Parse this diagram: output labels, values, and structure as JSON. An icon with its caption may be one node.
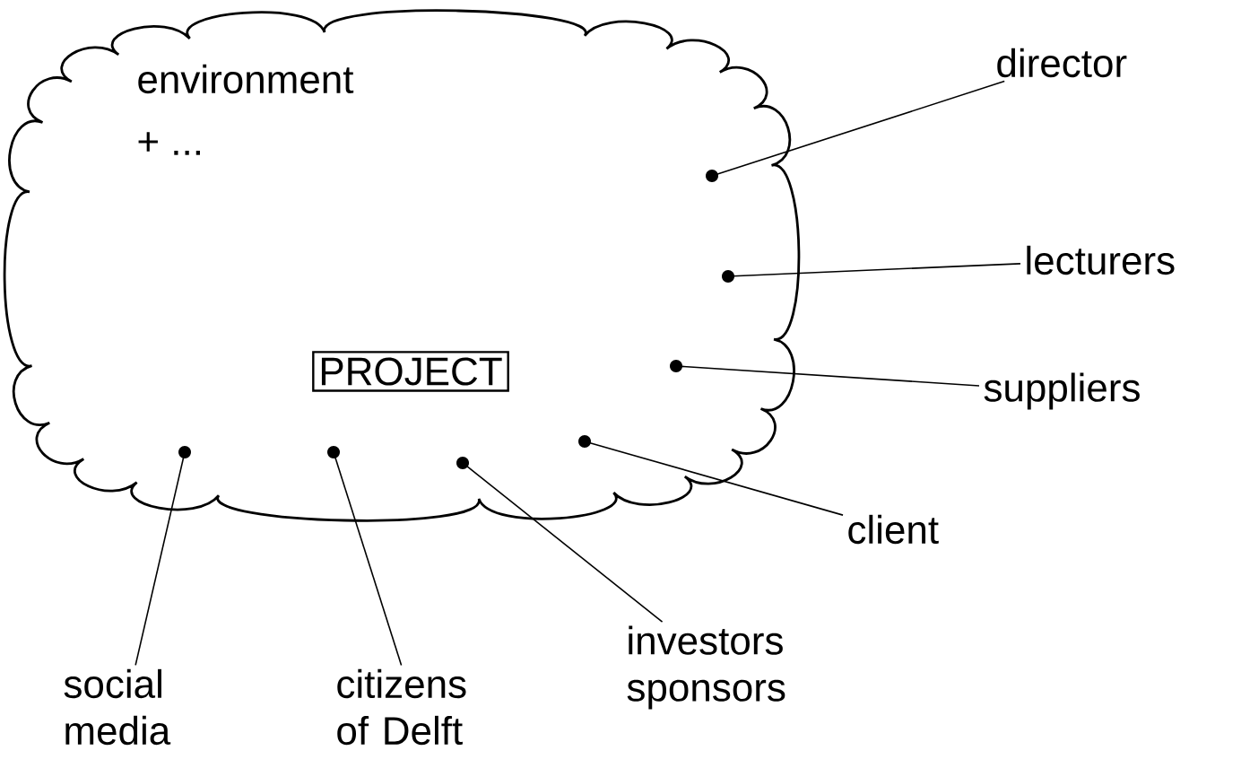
{
  "diagram": {
    "nodes": [
      {
        "text": [
          "environment",
          "+ ..."
        ]
      },
      {
        "text": [
          "PROJECT"
        ],
        "in": 0
      },
      {
        "text": [],
        "shape": "circle",
        "in": 0
      },
      {
        "text": [],
        "shape": "circle",
        "in": 0
      },
      {
        "text": [],
        "shape": "circle",
        "in": 0
      },
      {
        "text": [],
        "shape": "circle",
        "in": 0
      },
      {
        "text": [],
        "shape": "circle",
        "in": 0
      },
      {
        "text": [],
        "shape": "circle",
        "in": 0
      },
      {
        "text": [],
        "shape": "circle",
        "in": 0
      },
      {
        "text": [
          "director"
        ]
      },
      {
        "text": [
          "lecturers"
        ]
      },
      {
        "text": [
          "suppliers"
        ]
      },
      {
        "text": [
          "client"
        ]
      },
      {
        "text": [
          "social media"
        ]
      },
      {
        "text": [
          "citizens of Delft"
        ]
      },
      {
        "text": [
          "investors sponsors"
        ]
      }
    ],
    "edges": [
      {
        "from": 9,
        "to": 7,
        "arrow": "none"
      },
      {
        "from": 10,
        "to": 8,
        "arrow": "none"
      },
      {
        "from": 11,
        "to": 6,
        "arrow": "none"
      },
      {
        "from": 12,
        "to": 5,
        "arrow": "none"
      },
      {
        "from": 13,
        "to": 2,
        "arrow": "none"
      },
      {
        "from": 14,
        "to": 3,
        "arrow": "none"
      },
      {
        "from": 15,
        "to": 4,
        "arrow": "none"
      }
    ]
  }
}
